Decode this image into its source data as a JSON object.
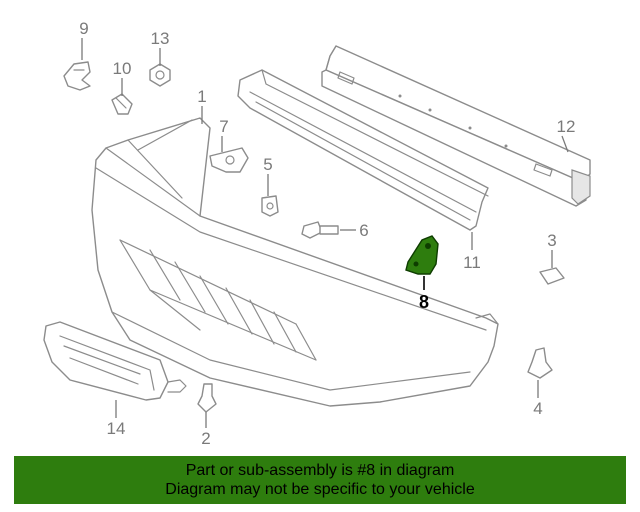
{
  "callouts": {
    "c1": "1",
    "c2": "2",
    "c3": "3",
    "c4": "4",
    "c5": "5",
    "c6": "6",
    "c7": "7",
    "c8": "8",
    "c9": "9",
    "c10": "10",
    "c11": "11",
    "c12": "12",
    "c13": "13",
    "c14": "14"
  },
  "highlight": {
    "part": "8",
    "color": "#2e7d0e"
  },
  "banner": {
    "line1": "Part or sub-assembly is #8 in diagram",
    "line2": "Diagram may not be specific to your vehicle",
    "color": "#2e7d0e"
  }
}
